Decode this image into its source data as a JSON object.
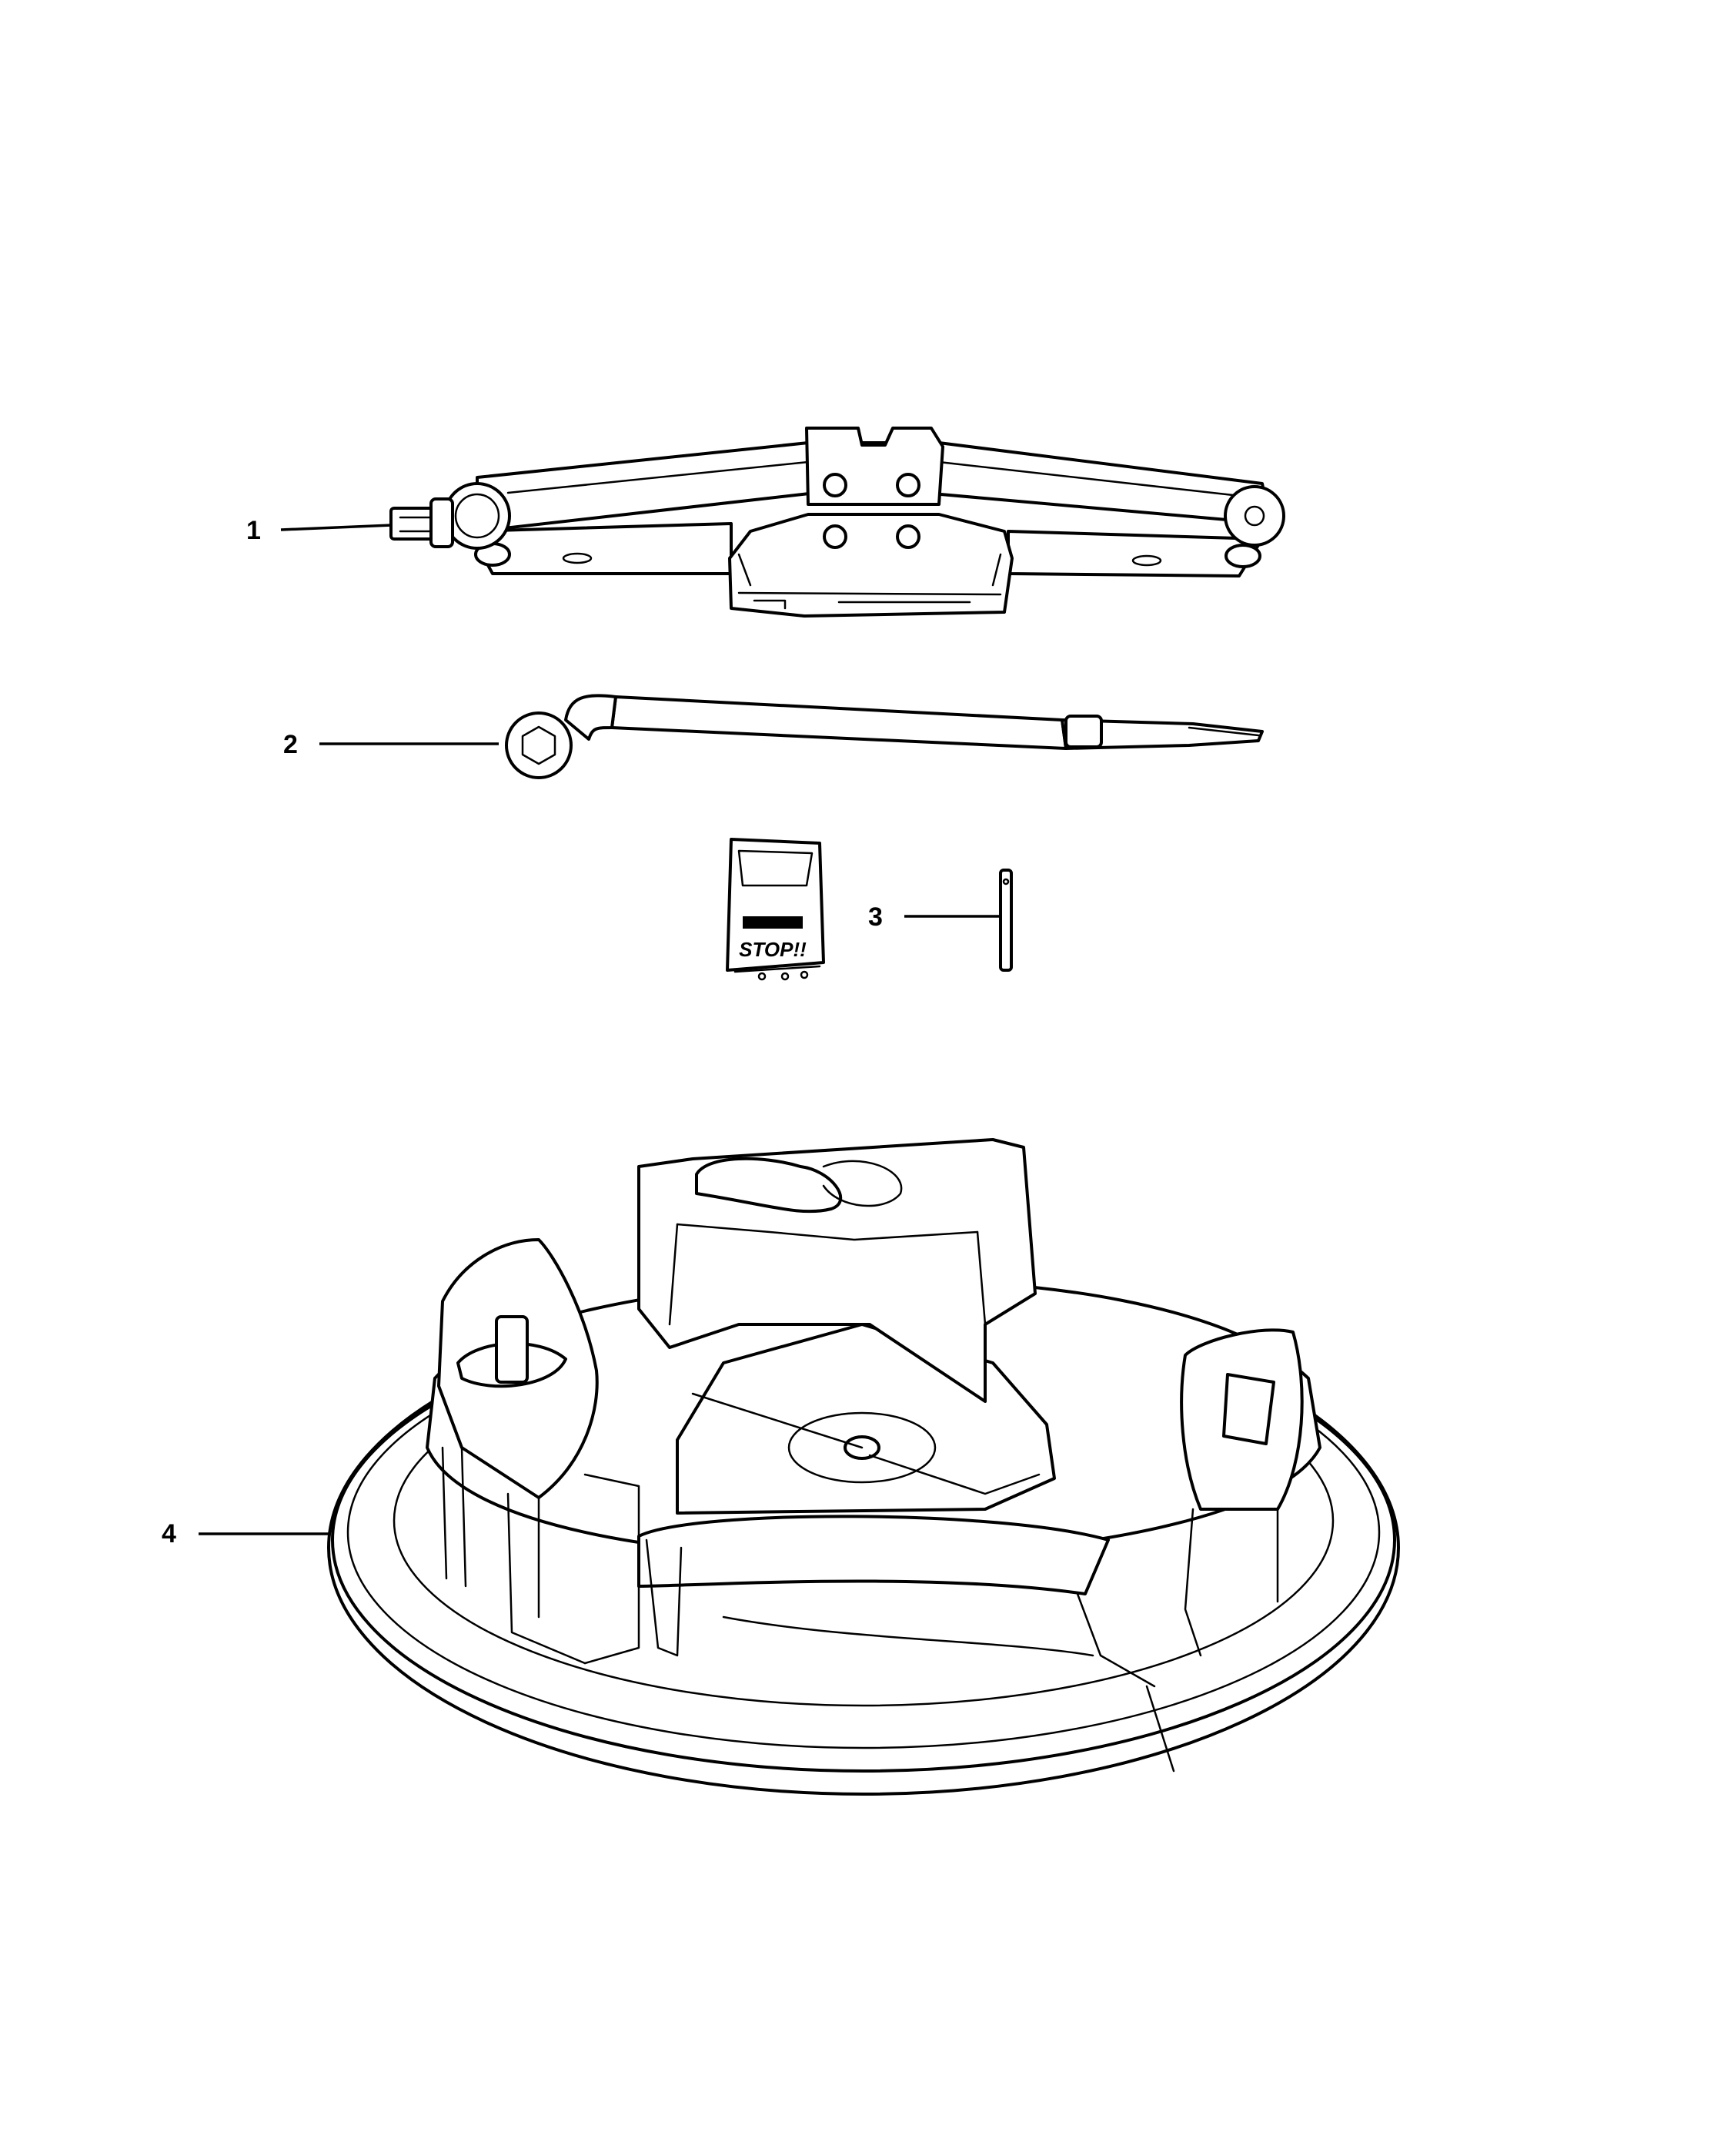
{
  "callouts": [
    {
      "id": "1",
      "label": "1"
    },
    {
      "id": "2",
      "label": "2"
    },
    {
      "id": "3",
      "label": "3"
    },
    {
      "id": "4",
      "label": "4"
    }
  ],
  "chock_text": "STOP!!"
}
